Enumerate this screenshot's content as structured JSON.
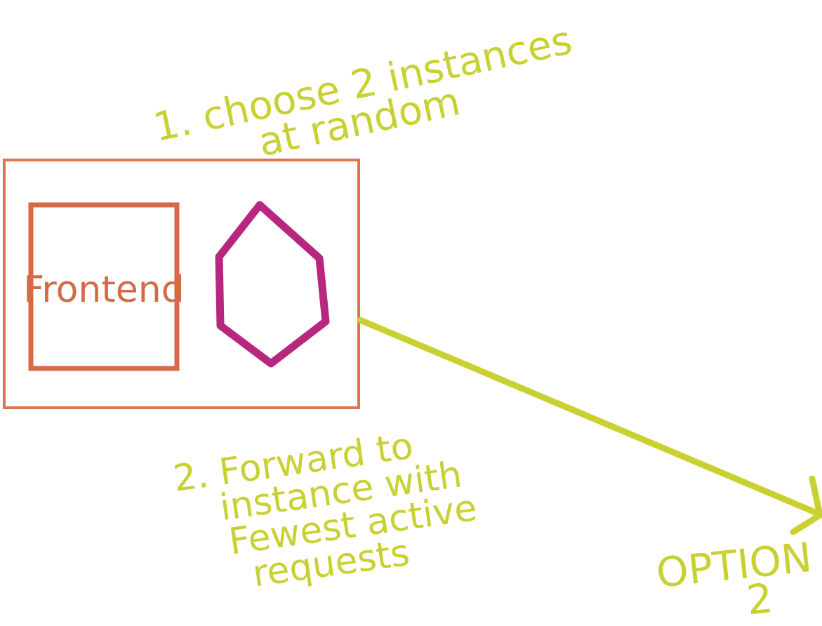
{
  "step1": {
    "lines": [
      "1. choose 2 instances",
      "at random"
    ]
  },
  "frontend": {
    "label": "Frontend"
  },
  "step2": {
    "lines": [
      "2. Forward to",
      "instance with",
      "Fewest active",
      "requests"
    ]
  },
  "option": {
    "lines": [
      "OPTION",
      "2"
    ]
  },
  "colors": {
    "annotation": "#c9d132",
    "container_border": "#de7352",
    "frontend_border": "#d66a46",
    "frontend_text": "#d66a46",
    "hexagon": "#b8277f",
    "background": "#ffffff"
  },
  "icons": {
    "instance_shape": "hexagon-icon",
    "arrow": "arrow-right-down-icon"
  }
}
